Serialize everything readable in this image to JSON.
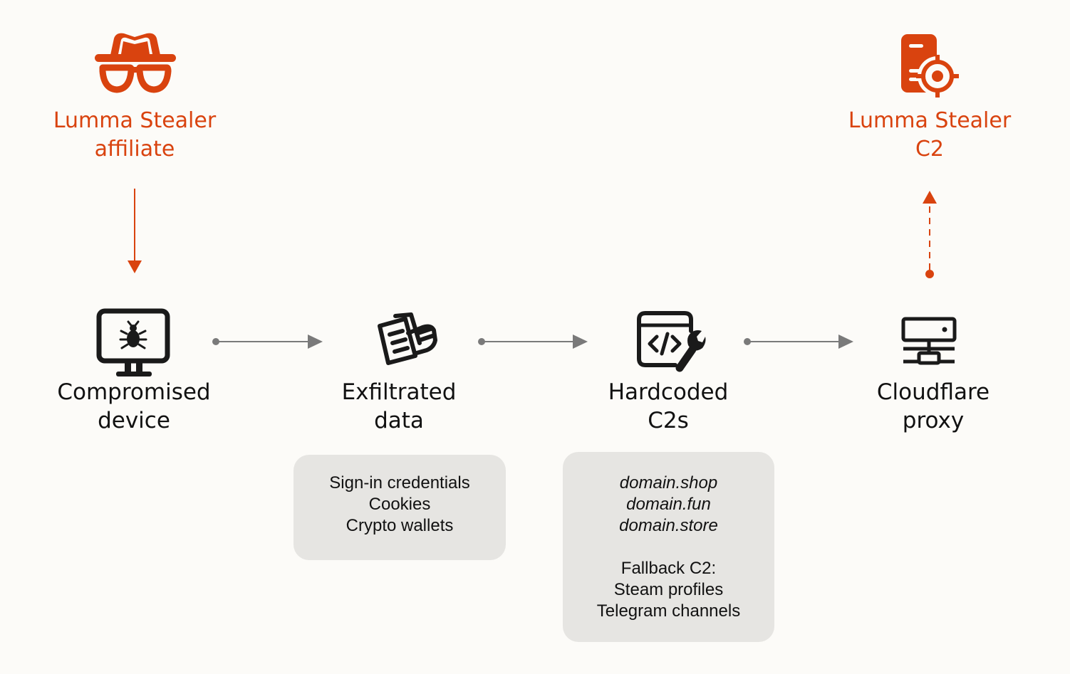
{
  "colors": {
    "accent": "#d9430f",
    "dark": "#1a1a1a",
    "arrow_gray": "#7a7a7a",
    "box_bg": "#e6e5e2",
    "background": "#fcfbf8"
  },
  "nodes": {
    "affiliate": {
      "line1": "Lumma Stealer",
      "line2": "affiliate",
      "icon": "spy-icon"
    },
    "c2": {
      "line1": "Lumma Stealer",
      "line2": "C2",
      "icon": "server-target-icon"
    },
    "compromised": {
      "line1": "Compromised",
      "line2": "device",
      "icon": "infected-monitor-icon"
    },
    "exfiltrated": {
      "line1": "Exfiltrated",
      "line2": "data",
      "icon": "documents-hand-icon"
    },
    "hardcoded": {
      "line1": "Hardcoded",
      "line2": "C2s",
      "icon": "code-wrench-icon"
    },
    "cloudflare": {
      "line1": "Cloudflare",
      "line2": "proxy",
      "icon": "network-server-icon"
    }
  },
  "exfiltrated_box": {
    "items": [
      "Sign-in credentials",
      "Cookies",
      "Crypto wallets"
    ]
  },
  "hardcoded_box": {
    "domains": [
      "domain.shop",
      "domain.fun",
      "domain.store"
    ],
    "fallback_title": "Fallback C2:",
    "fallback_items": [
      "Steam profiles",
      "Telegram channels"
    ]
  }
}
